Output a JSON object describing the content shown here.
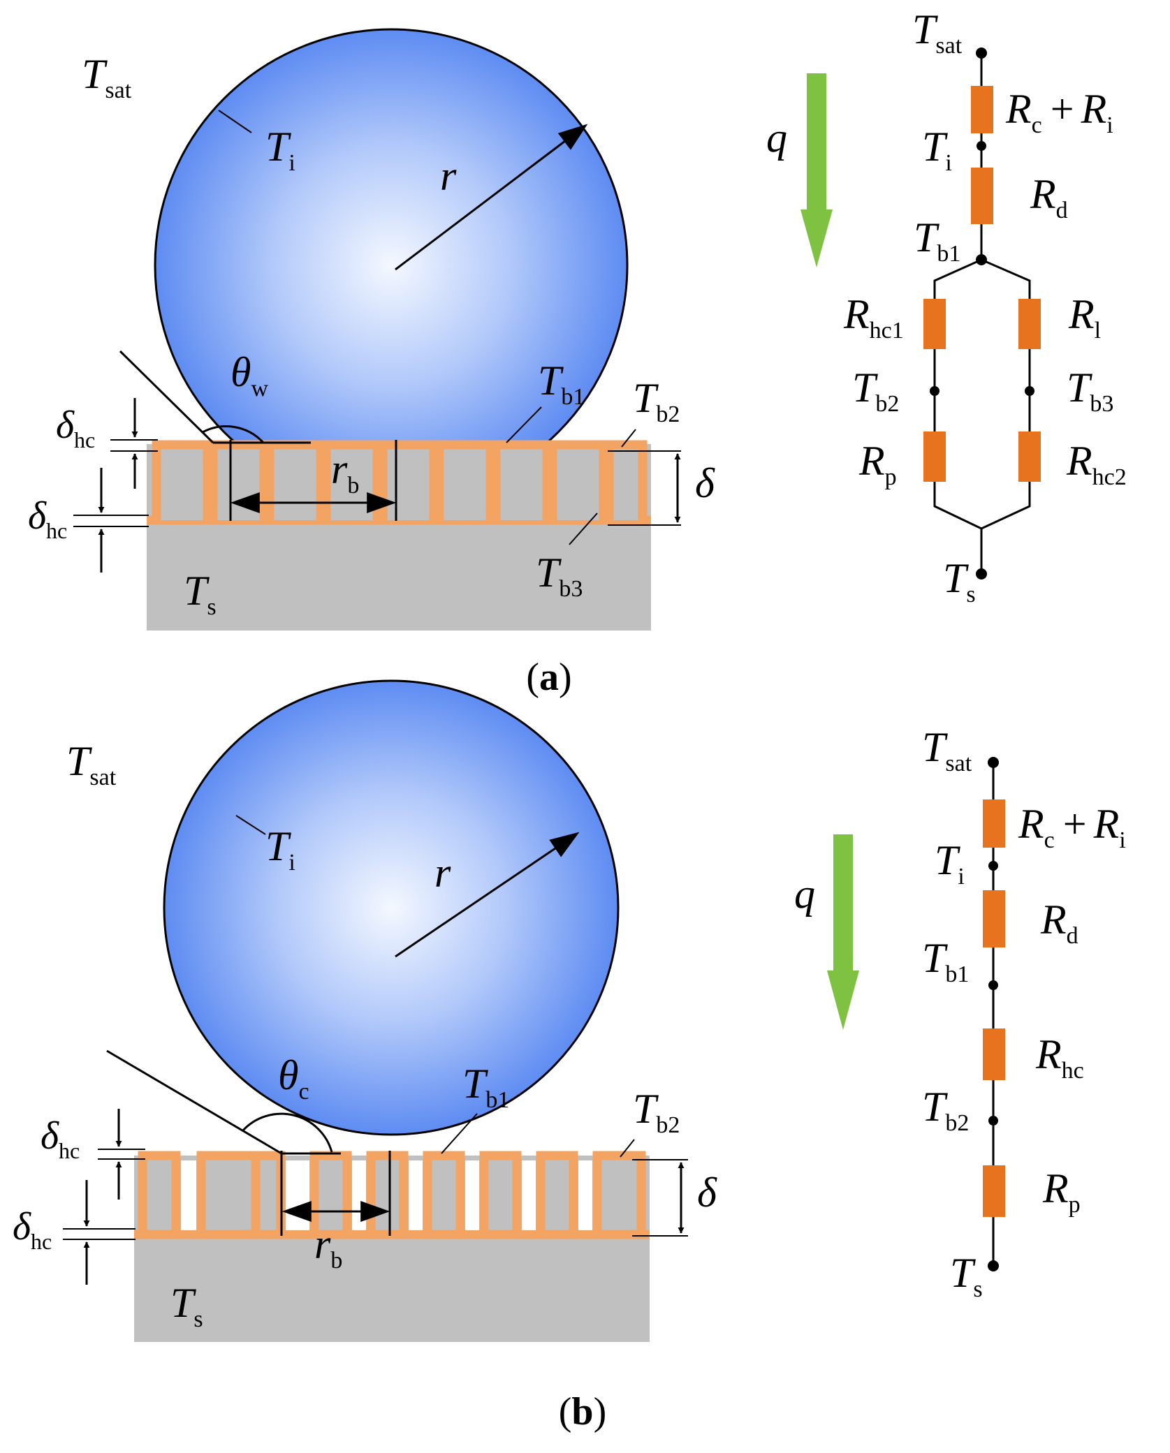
{
  "colors": {
    "droplet_center": "#f4f8ff",
    "droplet_edge": "#5e8cf2",
    "coating": "#f3a462",
    "substrate": "#c0c0c0",
    "resistor": "#e8731e",
    "heat_arrow": "#7fc241",
    "line": "#000000"
  },
  "panels": [
    {
      "label": {
        "open": "(",
        "letter": "a",
        "close": ")"
      },
      "wetting_state": "Wenzel",
      "symbols": {
        "T_sat": {
          "base": "T",
          "sub": "sat"
        },
        "T_i": {
          "base": "T",
          "sub": "i"
        },
        "r": {
          "base": "r"
        },
        "theta": {
          "base": "θ",
          "sub": "w"
        },
        "T_b1": {
          "base": "T",
          "sub": "b1"
        },
        "T_b2": {
          "base": "T",
          "sub": "b2"
        },
        "T_b3": {
          "base": "T",
          "sub": "b3"
        },
        "T_s": {
          "base": "T",
          "sub": "s"
        },
        "r_b": {
          "base": "r",
          "sub": "b"
        },
        "delta": {
          "base": "δ"
        },
        "delta_hc_top": {
          "base": "δ",
          "sub": "hc"
        },
        "delta_hc_bottom": {
          "base": "δ",
          "sub": "hc"
        }
      },
      "circuit": {
        "heat_flux": {
          "base": "q"
        },
        "top_node": {
          "base": "T",
          "sub": "sat"
        },
        "R_c_plus_R_i": {
          "c_base": "R",
          "c_sub": "c",
          "plus": "+",
          "i_base": "R",
          "i_sub": "i"
        },
        "T_i": {
          "base": "T",
          "sub": "i"
        },
        "R_d": {
          "base": "R",
          "sub": "d"
        },
        "T_b1": {
          "base": "T",
          "sub": "b1"
        },
        "R_hc1": {
          "base": "R",
          "sub": "hc1"
        },
        "R_l": {
          "base": "R",
          "sub": "l"
        },
        "T_b2": {
          "base": "T",
          "sub": "b2"
        },
        "T_b3": {
          "base": "T",
          "sub": "b3"
        },
        "R_p": {
          "base": "R",
          "sub": "p"
        },
        "R_hc2": {
          "base": "R",
          "sub": "hc2"
        },
        "bottom_node": {
          "base": "T",
          "sub": "s"
        }
      }
    },
    {
      "label": {
        "open": "(",
        "letter": "b",
        "close": ")"
      },
      "wetting_state": "Cassie",
      "symbols": {
        "T_sat": {
          "base": "T",
          "sub": "sat"
        },
        "T_i": {
          "base": "T",
          "sub": "i"
        },
        "r": {
          "base": "r"
        },
        "theta": {
          "base": "θ",
          "sub": "c"
        },
        "T_b1": {
          "base": "T",
          "sub": "b1"
        },
        "T_b2": {
          "base": "T",
          "sub": "b2"
        },
        "T_s": {
          "base": "T",
          "sub": "s"
        },
        "r_b": {
          "base": "r",
          "sub": "b"
        },
        "delta": {
          "base": "δ"
        },
        "delta_hc_top": {
          "base": "δ",
          "sub": "hc"
        },
        "delta_hc_bottom": {
          "base": "δ",
          "sub": "hc"
        }
      },
      "circuit": {
        "heat_flux": {
          "base": "q"
        },
        "top_node": {
          "base": "T",
          "sub": "sat"
        },
        "R_c_plus_R_i": {
          "c_base": "R",
          "c_sub": "c",
          "plus": "+",
          "i_base": "R",
          "i_sub": "i"
        },
        "T_i": {
          "base": "T",
          "sub": "i"
        },
        "R_d": {
          "base": "R",
          "sub": "d"
        },
        "T_b1": {
          "base": "T",
          "sub": "b1"
        },
        "R_hc": {
          "base": "R",
          "sub": "hc"
        },
        "T_b2": {
          "base": "T",
          "sub": "b2"
        },
        "R_p": {
          "base": "R",
          "sub": "p"
        },
        "bottom_node": {
          "base": "T",
          "sub": "s"
        }
      }
    }
  ]
}
